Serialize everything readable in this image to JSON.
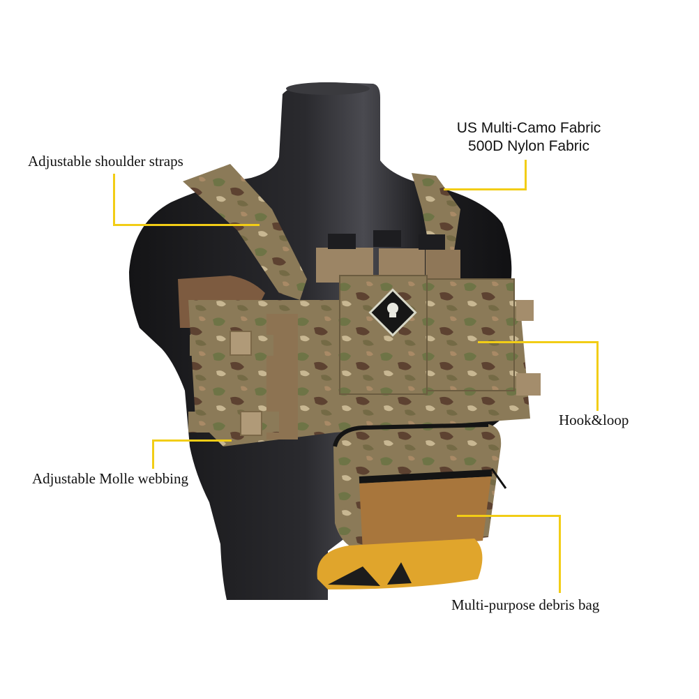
{
  "product": {
    "name": "Chest rig on black mannequin",
    "colors": {
      "background": "#ffffff",
      "mannequin": "#1c1c1e",
      "camo_tan": "#8a7352",
      "camo_green": "#6f7546",
      "camo_brown": "#5b4030",
      "coyote_panel": "#a8763c",
      "yellow_bag": "#e0a52c",
      "callout_line": "#f2cd16"
    }
  },
  "callouts": {
    "fabric": {
      "line1": "US Multi-Camo Fabric",
      "line2": "500D Nylon Fabric"
    },
    "shoulder_straps": {
      "label": "Adjustable shoulder straps"
    },
    "hook_loop": {
      "label": "Hook&loop"
    },
    "molle": {
      "label": "Adjustable Molle webbing"
    },
    "debris_bag": {
      "label": "Multi-purpose debris bag"
    }
  }
}
